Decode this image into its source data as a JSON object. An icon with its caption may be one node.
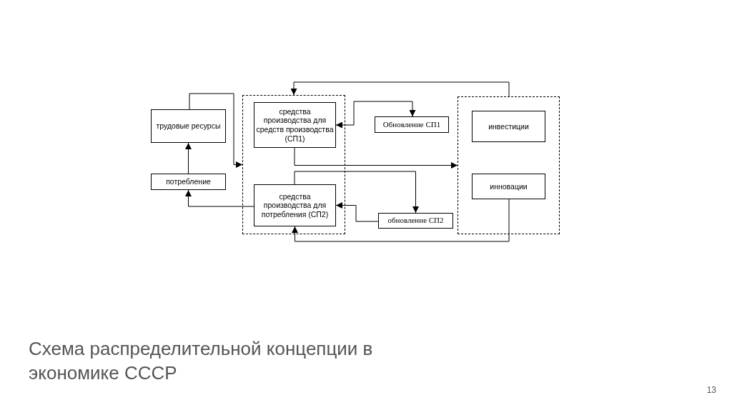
{
  "diagram": {
    "title": "Схема распределительной концепции в экономике СССР",
    "nodes": [
      {
        "text": [
          "трудовые ресурсы"
        ]
      },
      {
        "text": [
          "потребление"
        ]
      },
      {
        "text": [],
        "shape": "box"
      },
      {
        "text": [
          "средства производства для средств производства (СП1)"
        ],
        "in": 2
      },
      {
        "text": [
          "средства производства для потребления (СП2)"
        ],
        "in": 2
      },
      {
        "text": [
          "Обновление СП1"
        ]
      },
      {
        "text": [
          "обновление СП2"
        ]
      },
      {
        "text": [],
        "shape": "box"
      },
      {
        "text": [
          "инвестиции"
        ],
        "in": 7
      },
      {
        "text": [
          "инновации"
        ],
        "in": 7
      }
    ],
    "edges": [
      {
        "from": 0,
        "to": 2,
        "arrow": "to"
      },
      {
        "from": 1,
        "to": 0,
        "arrow": "to"
      },
      {
        "from": 4,
        "to": 1,
        "arrow": "to"
      },
      {
        "from": 7,
        "to": 2,
        "arrow": "to"
      },
      {
        "from": 3,
        "to": 7,
        "arrow": "to"
      },
      {
        "from": 5,
        "to": 3,
        "arrow": "both"
      },
      {
        "from": 4,
        "to": 6,
        "arrow": "to"
      },
      {
        "from": 6,
        "to": 4,
        "arrow": "to"
      },
      {
        "from": 9,
        "to": 4,
        "arrow": "to"
      }
    ],
    "labels": [
      "13"
    ]
  }
}
